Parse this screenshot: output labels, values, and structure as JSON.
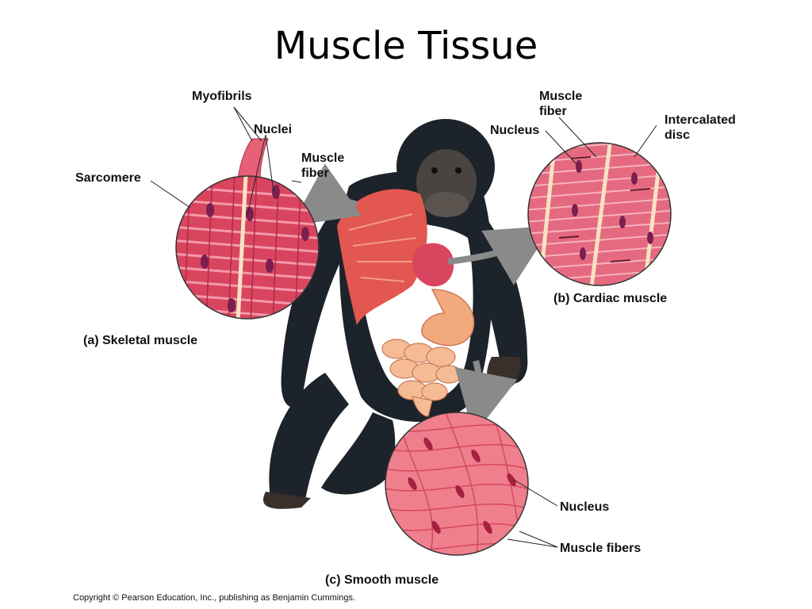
{
  "title": "Muscle Tissue",
  "skeletal": {
    "caption": "(a) Skeletal muscle",
    "labels": {
      "myofibrils": "Myofibrils",
      "nuclei": "Nuclei",
      "sarcomere": "Sarcomere",
      "muscle_fiber_line1": "Muscle",
      "muscle_fiber_line2": "fiber"
    }
  },
  "cardiac": {
    "caption": "(b) Cardiac muscle",
    "labels": {
      "muscle_fiber_line1": "Muscle",
      "muscle_fiber_line2": "fiber",
      "nucleus": "Nucleus",
      "intercalated_line1": "Intercalated",
      "intercalated_line2": "disc"
    }
  },
  "smooth": {
    "caption": "(c) Smooth muscle",
    "labels": {
      "nucleus": "Nucleus",
      "muscle_fibers": "Muscle fibers"
    }
  },
  "copyright": "Copyright © Pearson Education, Inc., publishing as Benjamin Cummings.",
  "colors": {
    "muscle_red": "#d9455f",
    "muscle_light": "#ef8fa0",
    "nucleus_purple": "#7a1f4f",
    "chimp_fur": "#1d232b",
    "arrow_gray": "#8a8a8a",
    "organ_orange": "#f2a97e"
  }
}
